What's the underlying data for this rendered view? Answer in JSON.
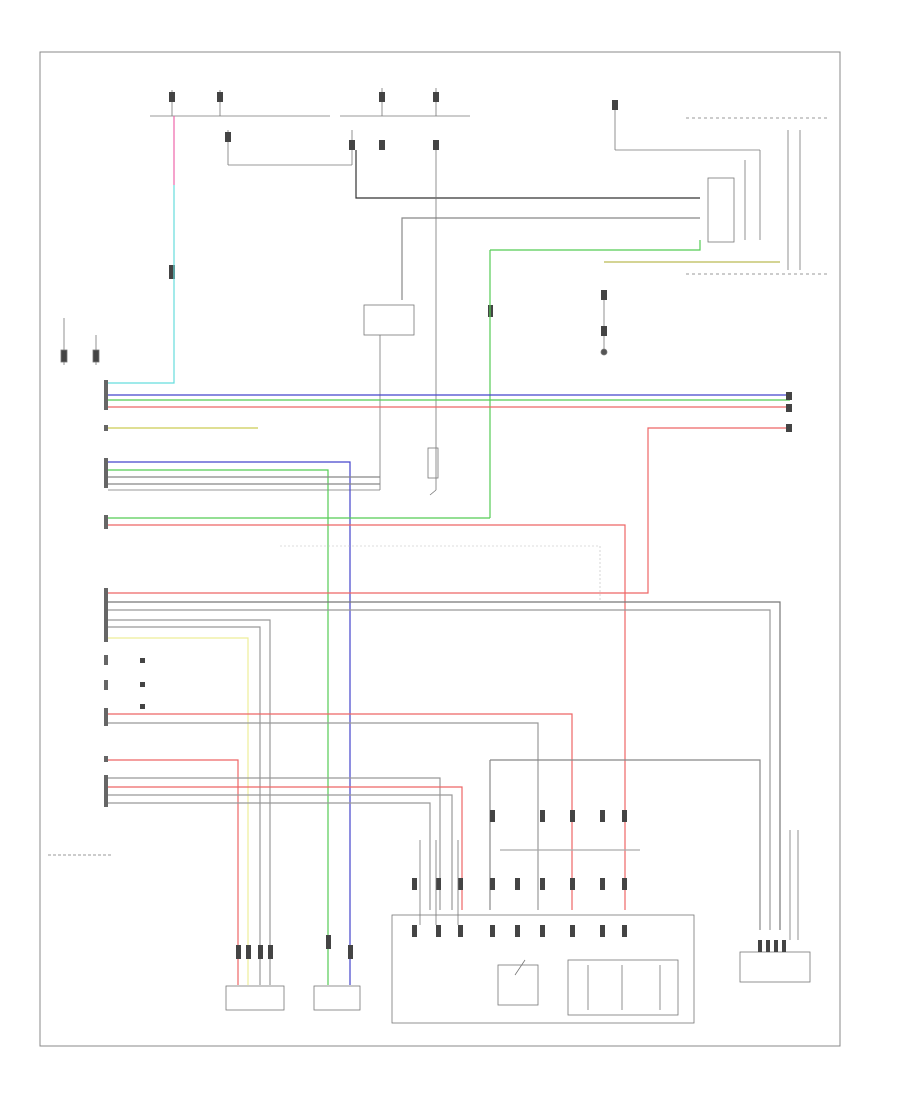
{
  "diagram": {
    "footer_code": "",
    "legend_lines": [
      "",
      ""
    ],
    "components": [
      {
        "id": "body-ecm-multiplex-connector-box",
        "label": ""
      },
      {
        "id": "front-door-lock-assembly",
        "label": ""
      },
      {
        "id": "engine-room-relay-block",
        "label": ""
      },
      {
        "id": "transponder-key-amplifier",
        "label": ""
      },
      {
        "id": "steering-lock-ecu",
        "label": ""
      }
    ]
  }
}
